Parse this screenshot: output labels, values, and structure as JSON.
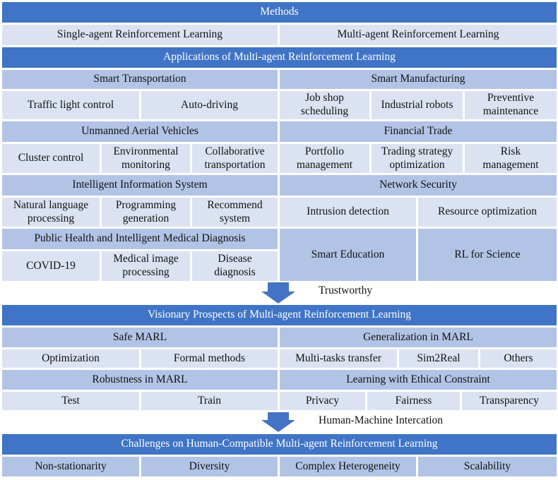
{
  "methods": {
    "title": "Methods",
    "single": "Single-agent Reinforcement Learning",
    "multi": "Multi-agent Reinforcement Learning"
  },
  "applications": {
    "title": "Applications of Multi-agent Reinforcement Learning",
    "smart_transportation": {
      "title": "Smart Transportation",
      "items": [
        "Traffic light control",
        "Auto-driving"
      ]
    },
    "smart_manufacturing": {
      "title": "Smart Manufacturing",
      "items": [
        "Job shop\nscheduling",
        "Industrial robots",
        "Preventive\nmaintenance"
      ]
    },
    "uav": {
      "title": "Unmanned Aerial Vehicles",
      "items": [
        "Cluster control",
        "Environmental\nmonitoring",
        "Collaborative\ntransportation"
      ]
    },
    "financial_trade": {
      "title": "Financial Trade",
      "items": [
        "Portfolio\nmanagement",
        "Trading strategy\noptimization",
        "Risk\nmanagement"
      ]
    },
    "intelligent_info": {
      "title": "Intelligent Information System",
      "items": [
        "Natural language\nprocessing",
        "Programming\ngeneration",
        "Recommend\nsystem"
      ]
    },
    "network_security": {
      "title": "Network Security",
      "items": [
        "Intrusion detection",
        "Resource optimization"
      ]
    },
    "public_health": {
      "title": "Public Health and Intelligent Medical Diagnosis",
      "items": [
        "COVID-19",
        "Medical image\nprocessing",
        "Disease\ndiagnosis"
      ]
    },
    "smart_education": "Smart Education",
    "rl_science": "RL for Science"
  },
  "arrow1_label": "Trustworthy",
  "visionary": {
    "title": "Visionary Prospects of Multi-agent Reinforcement Learning",
    "safe_marl": {
      "title": "Safe MARL",
      "items": [
        "Optimization",
        "Formal methods"
      ]
    },
    "generalization": {
      "title": "Generalization in MARL",
      "items": [
        "Multi-tasks transfer",
        "Sim2Real",
        "Others"
      ]
    },
    "robustness": {
      "title": "Robustness in MARL",
      "items": [
        "Test",
        "Train"
      ]
    },
    "ethical": {
      "title": "Learning with Ethical Constraint",
      "items": [
        "Privacy",
        "Fairness",
        "Transparency"
      ]
    }
  },
  "arrow2_label": "Human-Machine Intercation",
  "challenges": {
    "title": "Challenges on Human-Compatible Multi-agent Reinforcement Learning",
    "items": [
      "Non-stationarity",
      "Diversity",
      "Complex Heterogeneity",
      "Scalability"
    ]
  },
  "colors": {
    "dark": "#3f74c6",
    "mid": "#b2c4e6",
    "light": "#dbe3f2",
    "arrow": "#4472c4"
  }
}
